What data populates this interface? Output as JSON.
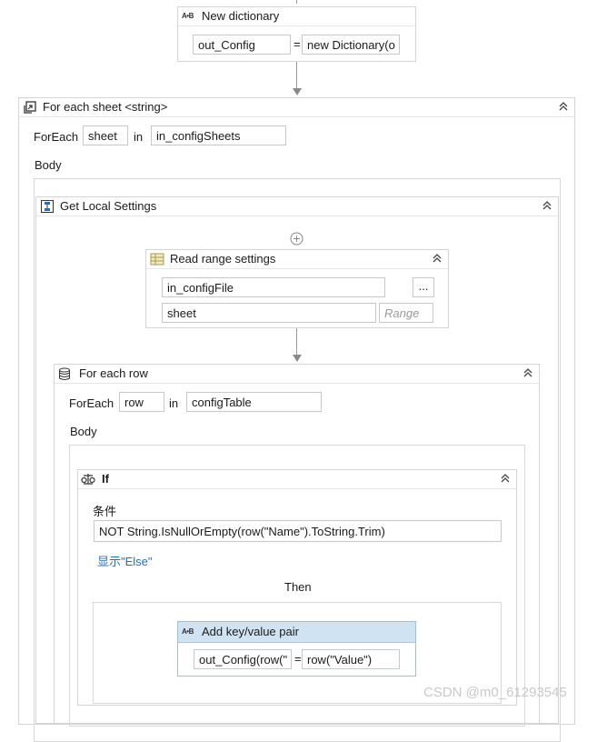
{
  "new_dictionary": {
    "title": "New dictionary",
    "icon": "ab-assign-icon",
    "to_value": "out_Config",
    "equals": "=",
    "value_value": "new Dictionary(o"
  },
  "foreach_sheet": {
    "title": "For each sheet <string>",
    "foreach_label": "ForEach",
    "item_value": "sheet",
    "in_label": "in",
    "collection_value": "in_configSheets",
    "body_label": "Body"
  },
  "get_local_settings": {
    "title": "Get Local Settings"
  },
  "read_range": {
    "title": "Read range settings",
    "workbook_value": "in_configFile",
    "browse_label": "...",
    "sheet_value": "sheet",
    "range_placeholder": "Range"
  },
  "foreach_row": {
    "title": "For each row",
    "foreach_label": "ForEach",
    "item_value": "row",
    "in_label": "in",
    "collection_value": "configTable",
    "body_label": "Body"
  },
  "if_activity": {
    "title": "If",
    "condition_label": "条件",
    "condition_value": "NOT String.IsNullOrEmpty(row(\"Name\").ToString.Trim)",
    "show_else_link": "显示\"Else\"",
    "then_label": "Then"
  },
  "add_pair": {
    "title": "Add key/value pair",
    "to_value": "out_Config(row(\"",
    "equals": "=",
    "value_value": "row(\"Value\")"
  },
  "watermark": "CSDN @m0_61293545",
  "colors": {
    "selected_header": "#cfe3f3",
    "link": "#1f6fc5",
    "border": "#d4d4d4"
  }
}
